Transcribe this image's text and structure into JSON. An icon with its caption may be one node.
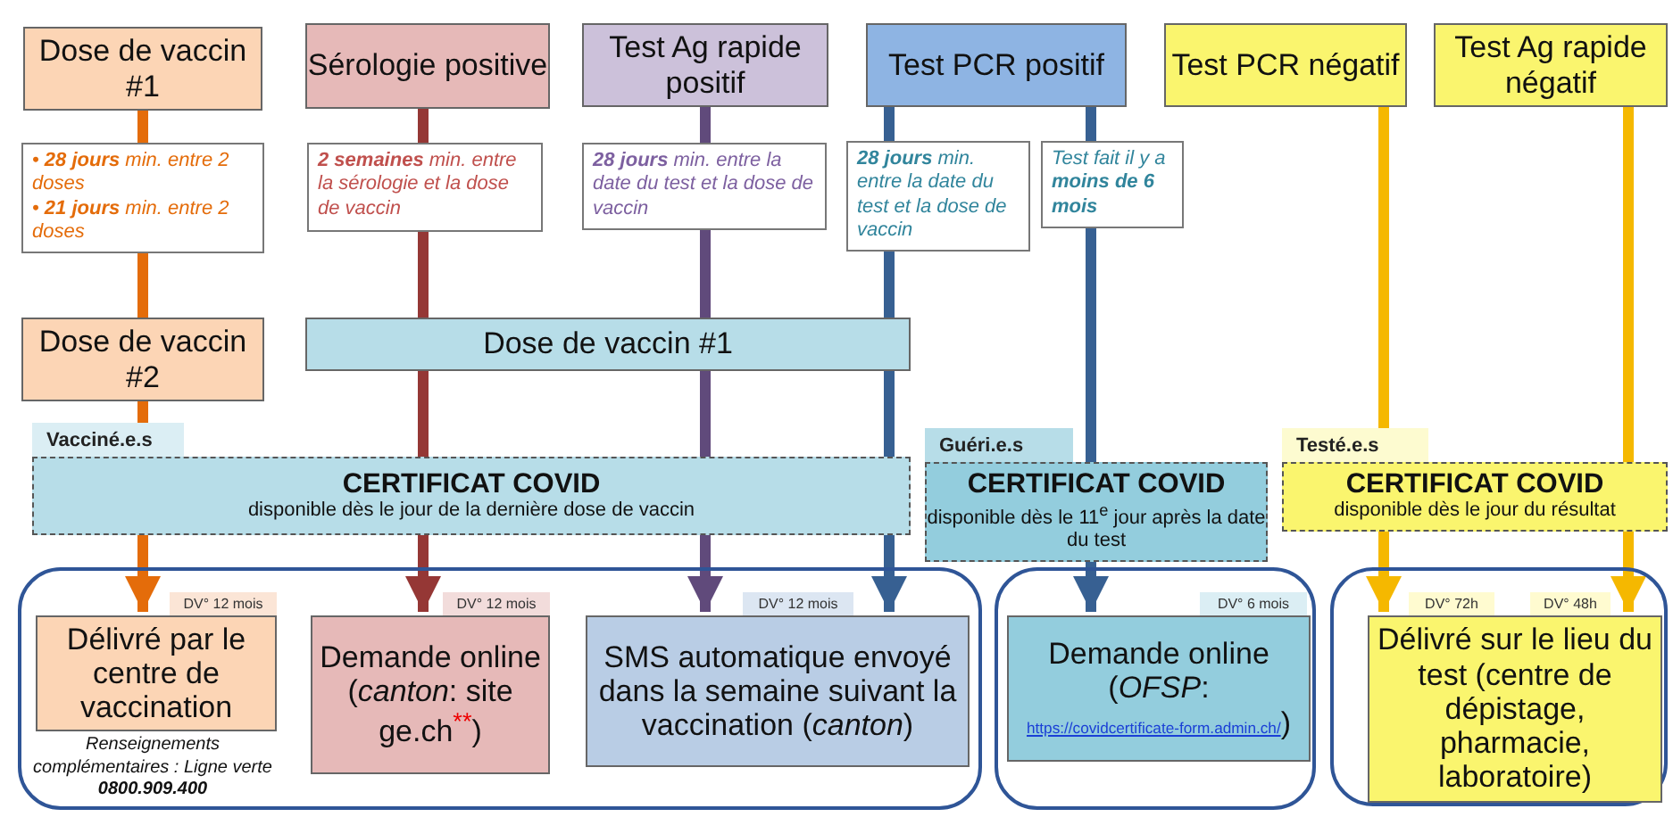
{
  "diagram": {
    "nodes": [
      {
        "text": [
          "Dose de vaccin #1"
        ]
      },
      {
        "text": [
          "Sérologie positive"
        ]
      },
      {
        "text": [
          "Test Ag rapide positif"
        ]
      },
      {
        "text": [
          "Test PCR positif"
        ]
      },
      {
        "text": [
          "Test PCR négatif"
        ]
      },
      {
        "text": [
          "Test Ag rapide négatif"
        ]
      },
      {
        "text": [
          "• **28 jours** min. entre 2 doses",
          "• **21 jours** min. entre 2 doses"
        ]
      },
      {
        "text": [
          "**2 semaines** min. entre la sérologie et la dose de vaccin"
        ]
      },
      {
        "text": [
          "**28 jours** min. entre la date du test et la dose de vaccin"
        ]
      },
      {
        "text": [
          "**28 jours** min. entre la date du test et la dose de vaccin"
        ]
      },
      {
        "text": [
          "Test fait il y a **moins de 6 mois**"
        ]
      },
      {
        "text": [
          "Dose de vaccin #2"
        ]
      },
      {
        "text": [
          "Dose de vaccin #1"
        ]
      },
      {
        "text": [
          "Vacciné.e.s",
          "CERTIFICAT COVID",
          "disponible dès le jour de la dernière dose de vaccin"
        ]
      },
      {
        "text": [
          "Guéri.e.s",
          "CERTIFICAT COVID",
          "disponible dès le 11$^{e}$ jour après la date du test"
        ]
      },
      {
        "text": [
          "Testé.e.s",
          "CERTIFICAT COVID",
          "disponible dès le jour du résultat"
        ]
      },
      {
        "text": [],
        "shape": "box"
      },
      {
        "text": [
          "Délivré par le centre de vaccination"
        ],
        "in": 16,
        "beside": [
          "DV° 12 mois"
        ]
      },
      {
        "text": [
          "Demande online (*canton*: site ge.ch$^{**}$)"
        ],
        "in": 16,
        "beside": [
          "DV° 12 mois"
        ]
      },
      {
        "text": [
          "SMS automatique envoyé dans la semaine suivant la vaccination (*canton*)"
        ],
        "in": 16,
        "beside": [
          "DV° 12 mois"
        ]
      },
      {
        "text": [],
        "shape": "box"
      },
      {
        "text": [
          "Demande online (*OFSP*:",
          "https://covidcertificate-form.admin.ch/",
          ")"
        ],
        "in": 20,
        "beside": [
          "DV° 6 mois"
        ]
      },
      {
        "text": [],
        "shape": "box"
      },
      {
        "text": [
          "Délivré sur le lieu du test (centre de dépistage, pharmacie, laboratoire)"
        ],
        "in": 22,
        "beside": [
          "DV° 72h",
          "DV° 48h"
        ]
      }
    ],
    "edges": [
      {
        "from": 0,
        "to": 6,
        "arrow": "none",
        "color": "#e46c0a"
      },
      {
        "from": 6,
        "to": 11,
        "arrow": "none",
        "color": "#e46c0a"
      },
      {
        "from": 11,
        "to": 13,
        "arrow": "none",
        "color": "#e46c0a"
      },
      {
        "from": 13,
        "to": 17,
        "arrow": "to",
        "color": "#e46c0a"
      },
      {
        "from": 1,
        "to": 7,
        "arrow": "none",
        "color": "#953735"
      },
      {
        "from": 7,
        "to": 12,
        "arrow": "none",
        "color": "#953735"
      },
      {
        "from": 12,
        "to": 13,
        "arrow": "none",
        "color": "#953735"
      },
      {
        "from": 13,
        "to": 18,
        "arrow": "to",
        "color": "#953735"
      },
      {
        "from": 2,
        "to": 8,
        "arrow": "none",
        "color": "#604a7b"
      },
      {
        "from": 8,
        "to": 12,
        "arrow": "none",
        "color": "#604a7b"
      },
      {
        "from": 12,
        "to": 13,
        "arrow": "none",
        "color": "#604a7b"
      },
      {
        "from": 13,
        "to": 19,
        "arrow": "to",
        "color": "#604a7b"
      },
      {
        "from": 3,
        "to": 9,
        "arrow": "none",
        "color": "#376092"
      },
      {
        "from": 9,
        "to": 12,
        "arrow": "none",
        "color": "#376092"
      },
      {
        "from": 12,
        "to": 13,
        "arrow": "none",
        "color": "#376092"
      },
      {
        "from": 13,
        "to": 19,
        "arrow": "to",
        "color": "#376092"
      },
      {
        "from": 3,
        "to": 10,
        "arrow": "none",
        "color": "#376092"
      },
      {
        "from": 10,
        "to": 14,
        "arrow": "none",
        "color": "#376092"
      },
      {
        "from": 14,
        "to": 21,
        "arrow": "to",
        "color": "#376092"
      },
      {
        "from": 4,
        "to": 15,
        "arrow": "none",
        "color": "#f5b800"
      },
      {
        "from": 15,
        "to": 23,
        "arrow": "to",
        "color": "#f5b800"
      },
      {
        "from": 5,
        "to": 15,
        "arrow": "none",
        "color": "#f5b800"
      },
      {
        "from": 15,
        "to": 23,
        "arrow": "to",
        "color": "#f5b800"
      }
    ],
    "labels": [
      "Renseignements complémentaires : Ligne verte **0800.909.400**"
    ]
  }
}
